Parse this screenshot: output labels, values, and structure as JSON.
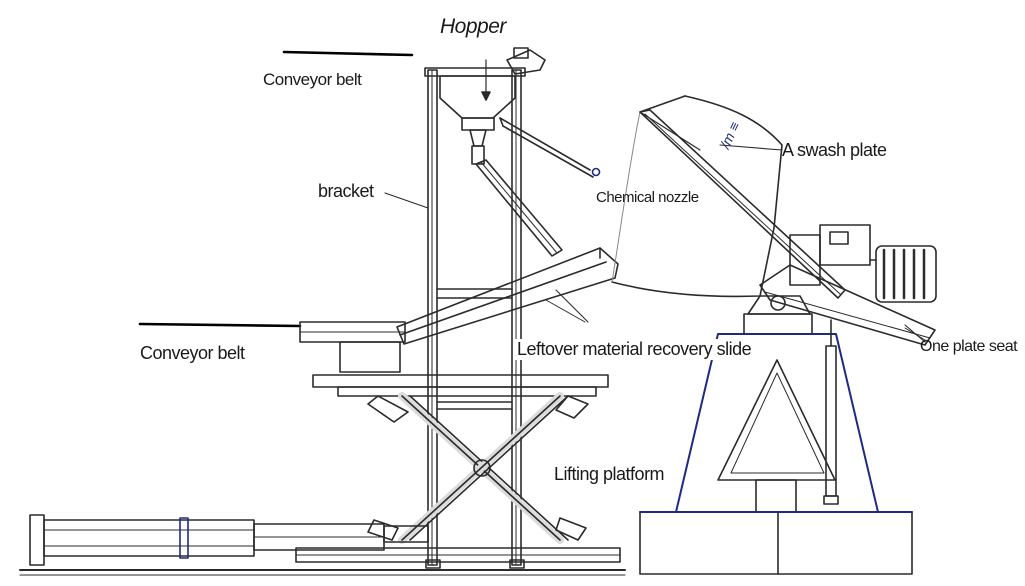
{
  "labels": {
    "hopper": "Hopper",
    "conveyor_belt_top": "Conveyor belt",
    "bracket": "bracket",
    "chemical_nozzle": "Chemical nozzle",
    "swash_plate": "A swash plate",
    "conveyor_belt_bottom": "Conveyor belt",
    "recovery_slide": "Leftover material recovery slide",
    "plate_seat": "One plate seat",
    "lifting_platform": "Lifting platform"
  },
  "colors": {
    "line": "#2b2b2b",
    "accent": "#1f2a80"
  }
}
